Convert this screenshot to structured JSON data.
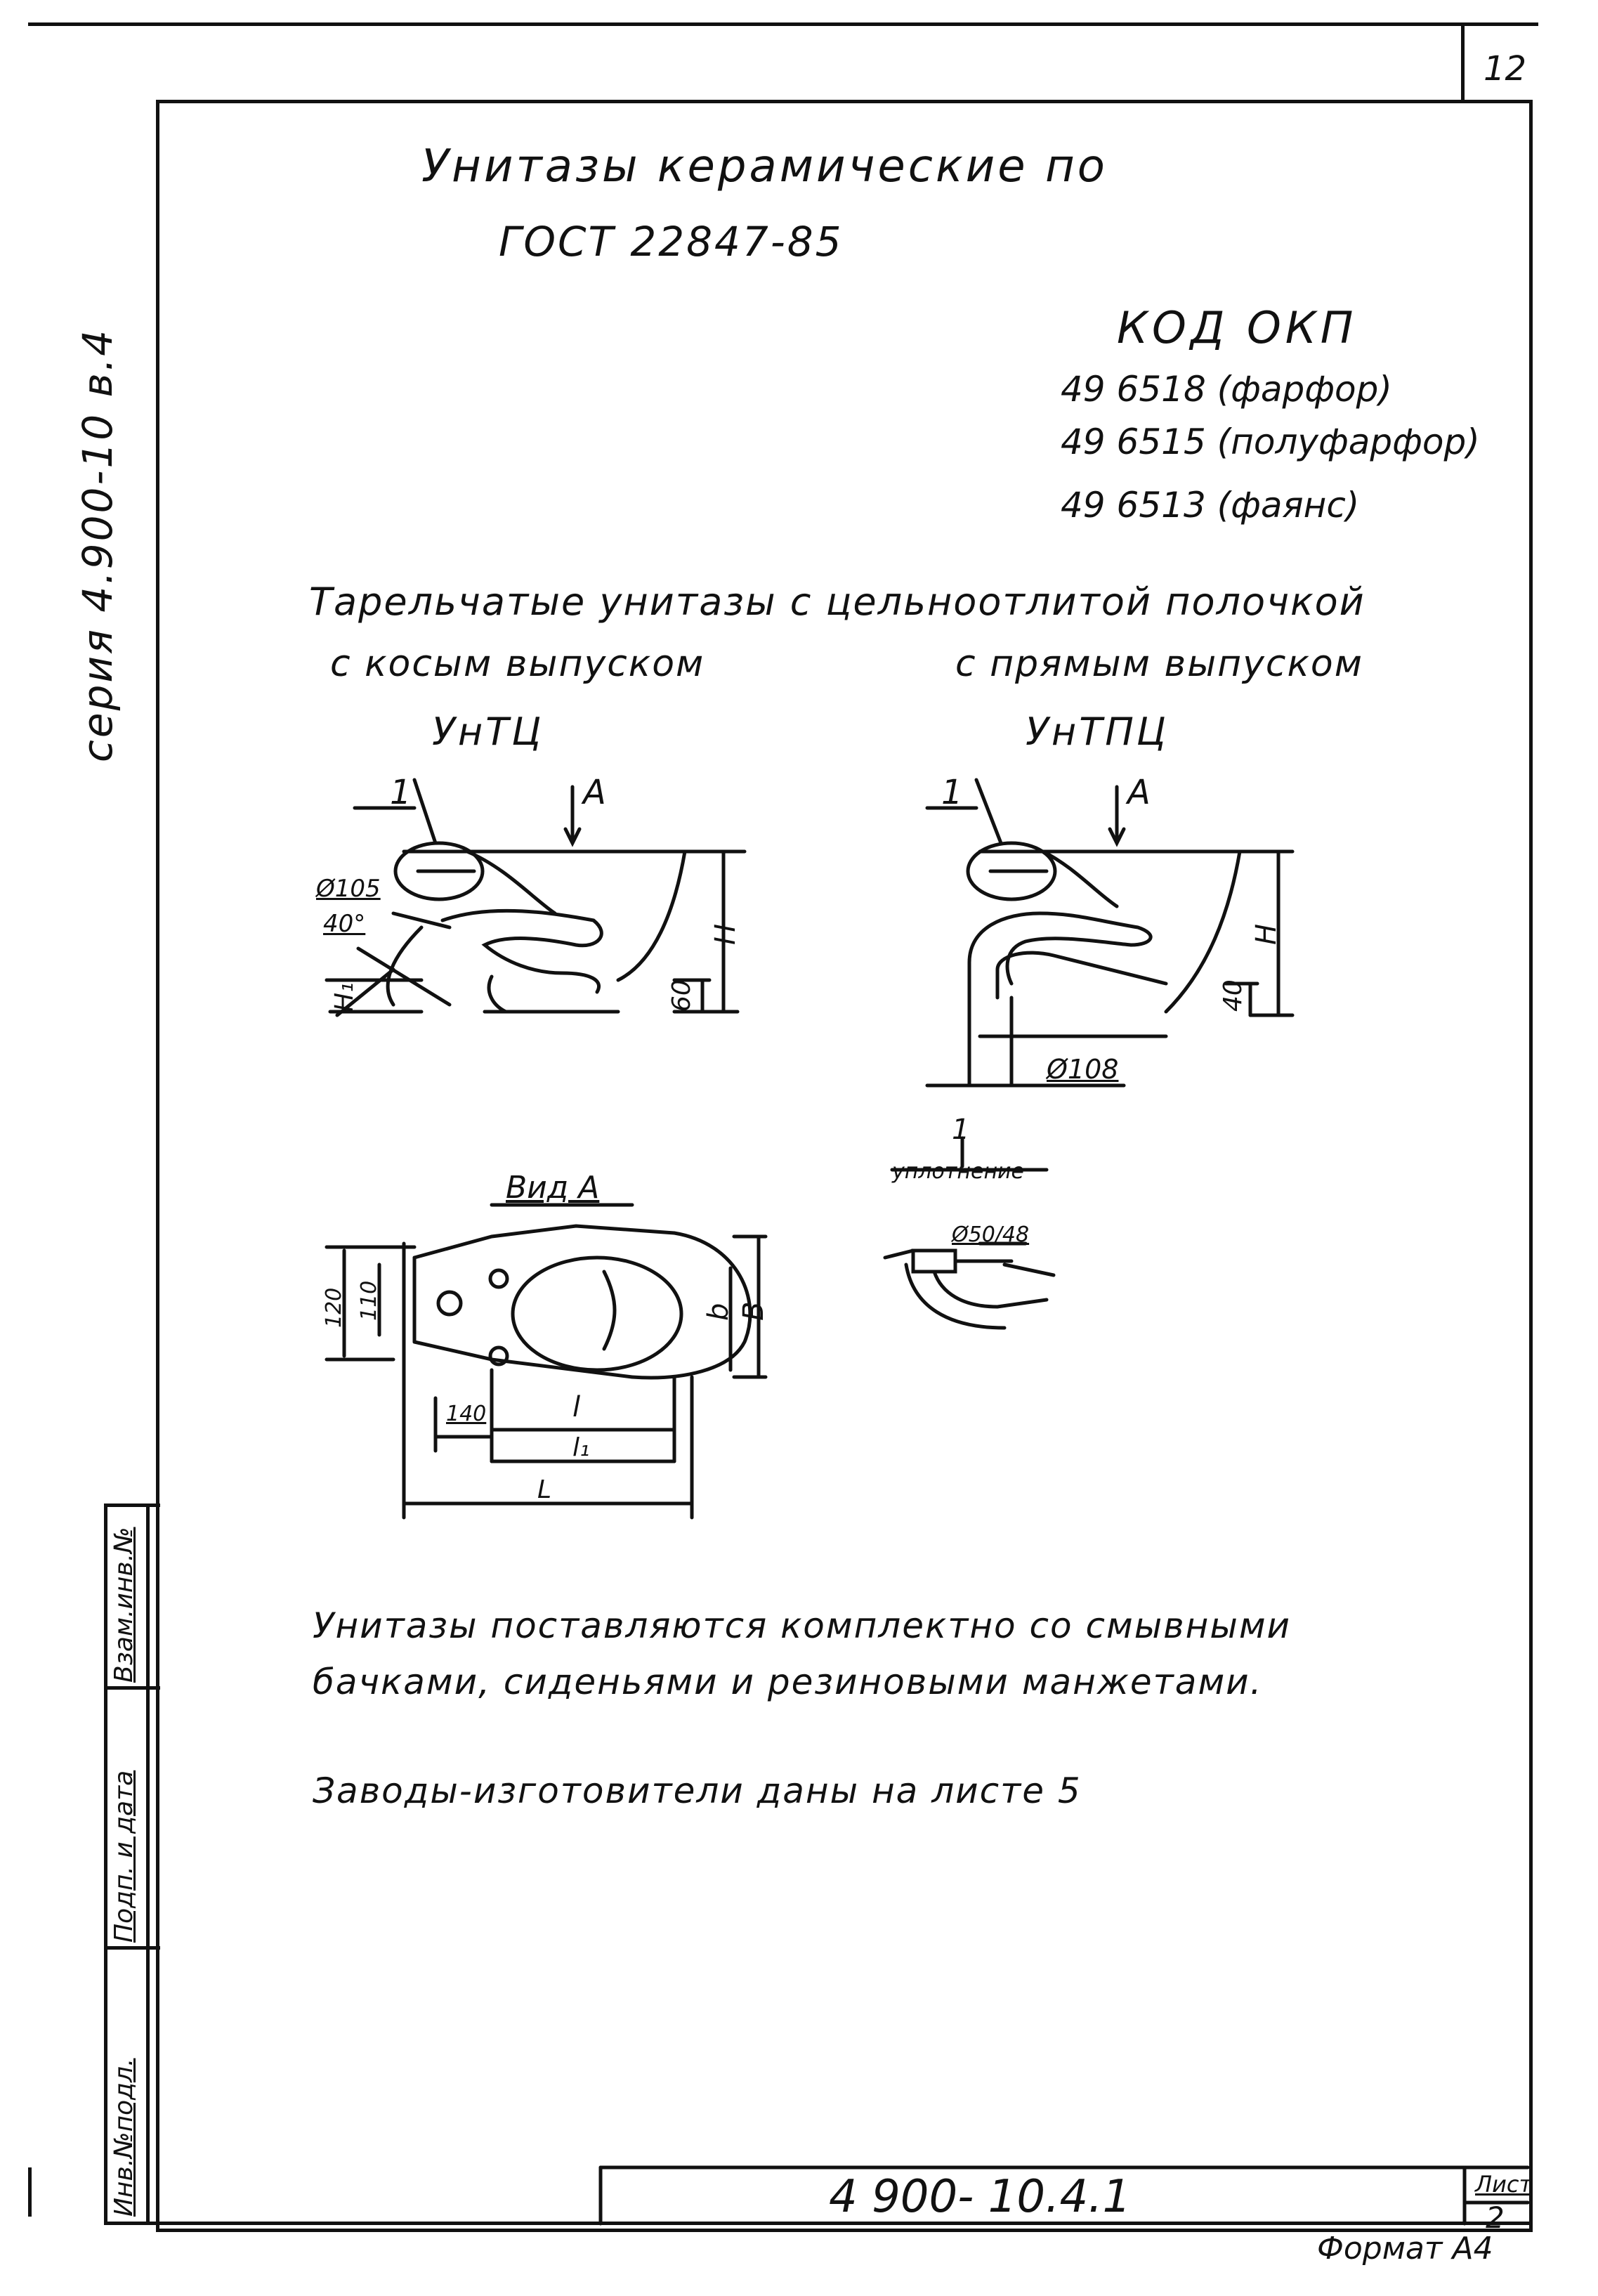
{
  "sheet": {
    "page_number": "12",
    "series_vertical": "серия   4.900-10   в.4",
    "title_line1": "Унитазы керамические по",
    "title_line2": "ГОСТ 22847-85",
    "okp_heading": "КОД ОКП",
    "okp_codes": [
      "49 6518 (фарфор)",
      "49 6515 (полуфарфор)",
      "49 6513 (фаянс)"
    ],
    "section_heading": "Тарельчатые унитазы с цельноотлитой полочкой",
    "left_variant": {
      "outlet": "с косым выпуском",
      "code": "УнТЦ"
    },
    "right_variant": {
      "outlet": "с прямым выпуском",
      "code": "УнТПЦ"
    },
    "note_line1": "Унитазы поставляются комплектно со смывными",
    "note_line2": "бачками, сиденьями и резиновыми манжетами.",
    "note_line3": "Заводы-изготовители даны на листе 5",
    "stamp_code": "4 900- 10.4.1",
    "stamp_sheet_label": "Лист",
    "stamp_sheet_number": "2",
    "format_label": "Формат А4",
    "left_margin_labels": [
      "Инв.№подл.",
      "Подп. и дата",
      "Взам.инв.№"
    ]
  },
  "drawing_labels": {
    "callout_1": "1",
    "view_arrow": "A",
    "dia_105": "Ø105",
    "angle_40": "40°",
    "h_label": "H",
    "h1_label": "H₁",
    "dim_60": "60",
    "dim_40": "40",
    "dia_108": "Ø108",
    "view_a": "Вид А",
    "sidebar_label": "уплотнение",
    "dia_50": "Ø50/48",
    "b_label": "B",
    "b1_label": "b",
    "dim_120": "120",
    "dim_170": "110",
    "dim_140": "140",
    "l_label": "l",
    "l1_label": "l₁",
    "L_label": "L"
  }
}
